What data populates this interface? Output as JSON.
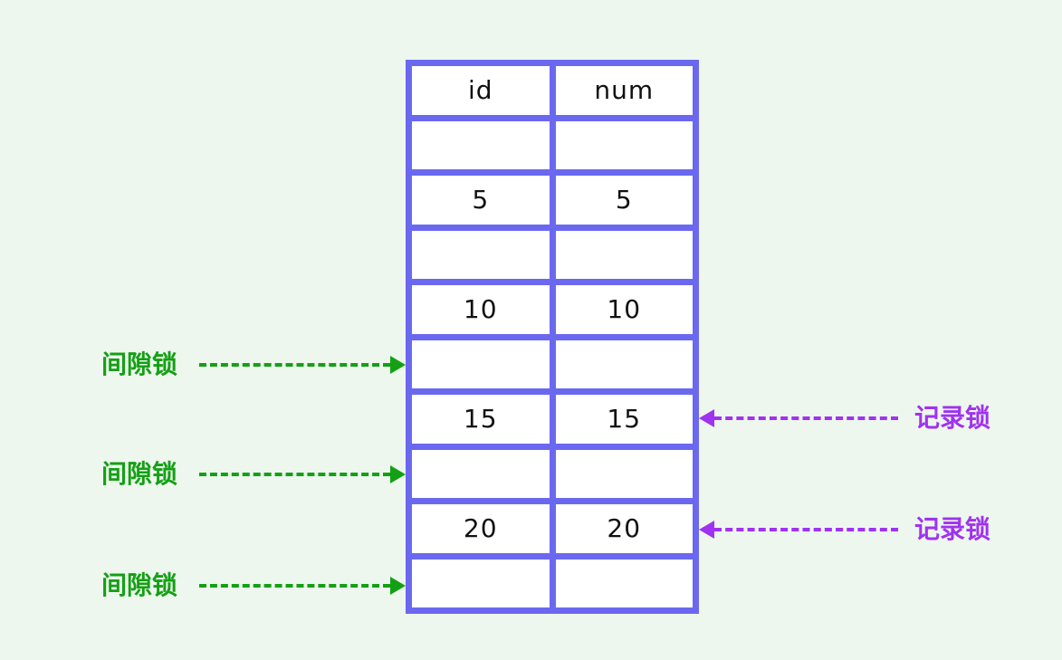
{
  "diagram": {
    "description": "Database locking diagram showing gap locks and record locks on an index"
  },
  "table": {
    "headers": [
      "id",
      "num"
    ],
    "rows": [
      [
        "",
        ""
      ],
      [
        "5",
        "5"
      ],
      [
        "",
        ""
      ],
      [
        "10",
        "10"
      ],
      [
        "",
        ""
      ],
      [
        "15",
        "15"
      ],
      [
        "",
        ""
      ],
      [
        "20",
        "20"
      ],
      [
        "",
        ""
      ]
    ]
  },
  "annotations": {
    "gap_lock_label": "间隙锁",
    "record_lock_label": "记录锁",
    "gap_lock_count": 3,
    "record_lock_count": 2
  },
  "colors": {
    "background": "#edf7ee",
    "table_border": "#6b68f0",
    "cell_background": "#ffffff",
    "cell_text": "#111111",
    "gap_lock": "#14a014",
    "record_lock": "#a032f0"
  }
}
